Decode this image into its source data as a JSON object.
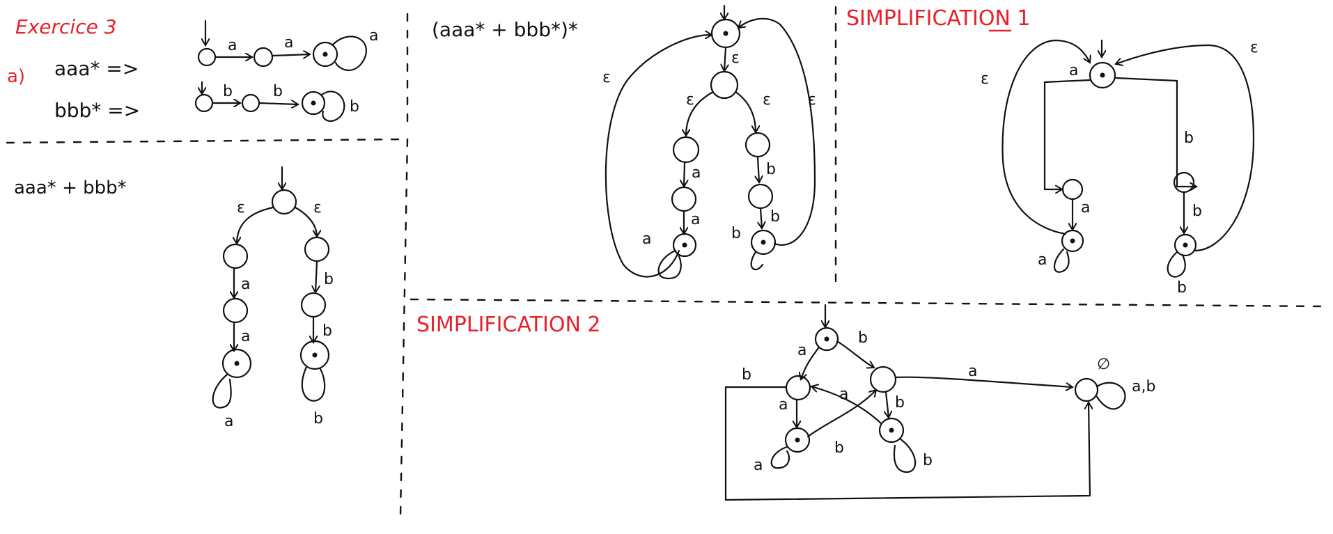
{
  "title": "Exercice 3",
  "part_a": "a)",
  "expr_1": "aaa* =>",
  "expr_2": "bbb* =>",
  "expr_union": "aaa* + bbb*",
  "expr_star": "(aaa* + bbb*)*",
  "simplification_1": "SIMPLIFICATION 1",
  "simplification_2": "SIMPLIFICATION 2",
  "symbols": {
    "a": "a",
    "b": "b",
    "epsilon": "ε",
    "empty": "∅",
    "ab": "a,b"
  },
  "colors": {
    "ink": "#111111",
    "heading": "#e8202a"
  }
}
